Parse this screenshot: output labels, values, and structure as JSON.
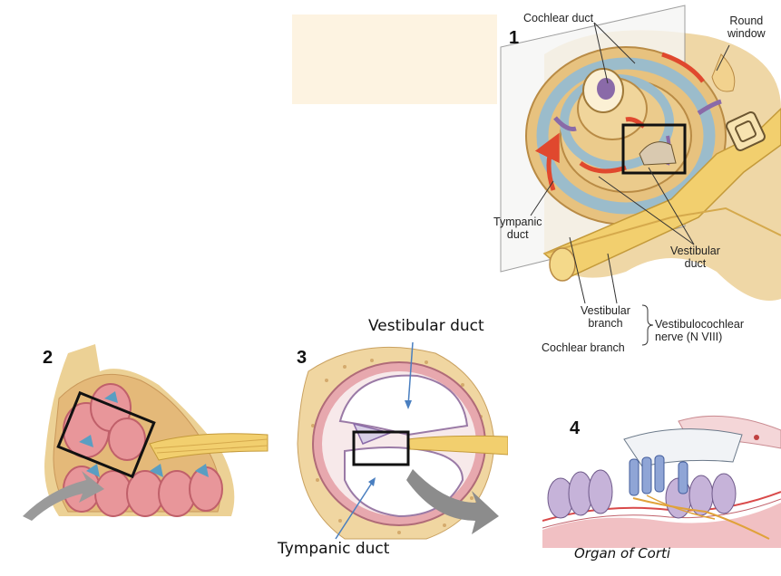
{
  "panels": {
    "p1": {
      "number": "1"
    },
    "p2": {
      "number": "2"
    },
    "p3": {
      "number": "3"
    },
    "p4": {
      "number": "4"
    }
  },
  "labels": {
    "cochlear_duct": "Cochlear duct",
    "round_window": "Round\nwindow",
    "tympanic_duct_small": "Tympanic\nduct",
    "vestibular_duct_small": "Vestibular\nduct",
    "vestibular_branch": "Vestibular\nbranch",
    "cochlear_branch": "Cochlear branch",
    "vestibulocochlear_nerve": "Vestibulocochlear\nnerve (N VIII)",
    "vestibular_duct_big": "Vestibular duct",
    "tympanic_duct_big": "Tympanic duct",
    "organ_of_corti": "Organ of Corti"
  },
  "colors": {
    "bone": "#e9c889",
    "duct_blue": "#9bbccb",
    "chamber_pink": "#e8969a",
    "arrow_red": "#e0482e",
    "arrow_purple": "#8a6aa8",
    "gray_arrow": "#8c8c8c"
  }
}
